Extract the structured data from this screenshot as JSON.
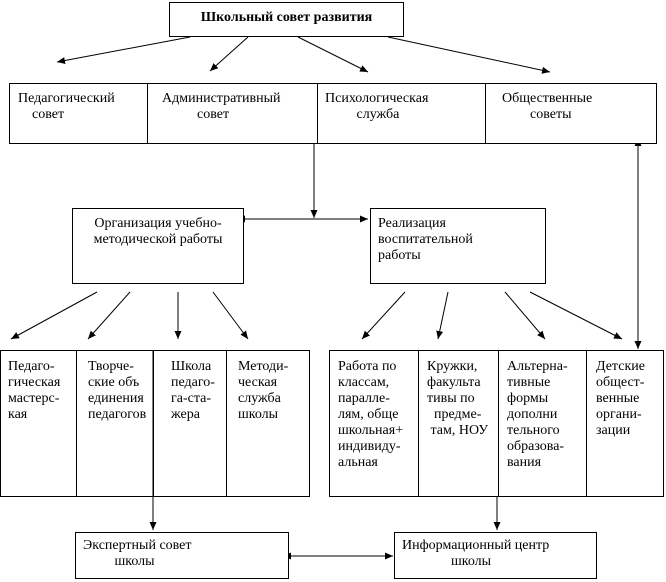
{
  "root": {
    "label": "Школьный совет развития"
  },
  "top_row": [
    {
      "label": "Педагогический\n    совет"
    },
    {
      "label": "Административный\n          совет"
    },
    {
      "label": "Психологическая\n         служба"
    },
    {
      "label": "Общественные\n        советы"
    }
  ],
  "mid_left": {
    "label": "Организация учебно-\nметодической работы"
  },
  "mid_right": {
    "label": "Реализация\nвоспитательной\nработы"
  },
  "bottom_left": [
    {
      "label": "Педаго-\nгическая\nмастерс-\nкая"
    },
    {
      "label": "Творче-\nские объ\nединения\nпедагогов"
    },
    {
      "label": "Школа\nпедаго-\nга-ста-\nжера"
    },
    {
      "label": "Методи-\nческая\nслужба\nшколы"
    }
  ],
  "bottom_right": [
    {
      "label": "Работа по\nклассам,\nпаралле-\nлям, обще\nшкольная+\nиндивиду-\nальная"
    },
    {
      "label": "Кружки,\nфакульта\nтивы по\n  предме-\n там, НОУ"
    },
    {
      "label": "Альтерна-\nтивные\nформы\nдополни\nтельного\nобразова-\nвания"
    },
    {
      "label": "Детские\nобщест-\nвенные\nоргани-\nзации"
    }
  ],
  "expert_council": {
    "label": "Экспертный совет\n         школы"
  },
  "info_center": {
    "label": "Информационный центр\n              школы"
  },
  "colors": {
    "line": "#000000",
    "background": "#ffffff"
  }
}
